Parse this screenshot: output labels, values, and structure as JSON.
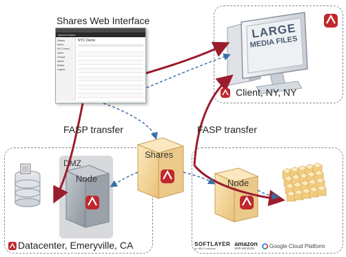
{
  "title": "Shares Web Interface",
  "web_ui": {
    "topbar_text": "aspera shares",
    "heading": "NYC Demo",
    "sidebar_items": [
      "Shares",
      "Demo",
      "NYC Demo",
      "Users",
      "Groups",
      "Admin",
      "Nodes",
      "Logout"
    ]
  },
  "client": {
    "label": "Client, NY, NY",
    "monitor_text_line1": "LARGE",
    "monitor_text_line2": "MEDIA FILES"
  },
  "transfers": {
    "left": "FASP transfer",
    "right": "FASP transfer"
  },
  "datacenter": {
    "label": "Datacenter, Emeryville, CA",
    "dmz_label": "DMZ",
    "node_label": "Node"
  },
  "shares": {
    "label": "Shares"
  },
  "cloud": {
    "node_label": "Node",
    "logos": {
      "softlayer": "SOFTLAYER",
      "softlayer_sub": "an IBM Company",
      "amazon": "amazon",
      "amazon_sub": "web services",
      "google": "Google Cloud Platform"
    }
  },
  "colors": {
    "fasp_arrow": "#9b1c2c",
    "dashed_arrow": "#3a6ea5",
    "aspera_red": "#c0282d",
    "cube_orange": "#f3d79a",
    "cube_gray": "#a8aeb6"
  }
}
